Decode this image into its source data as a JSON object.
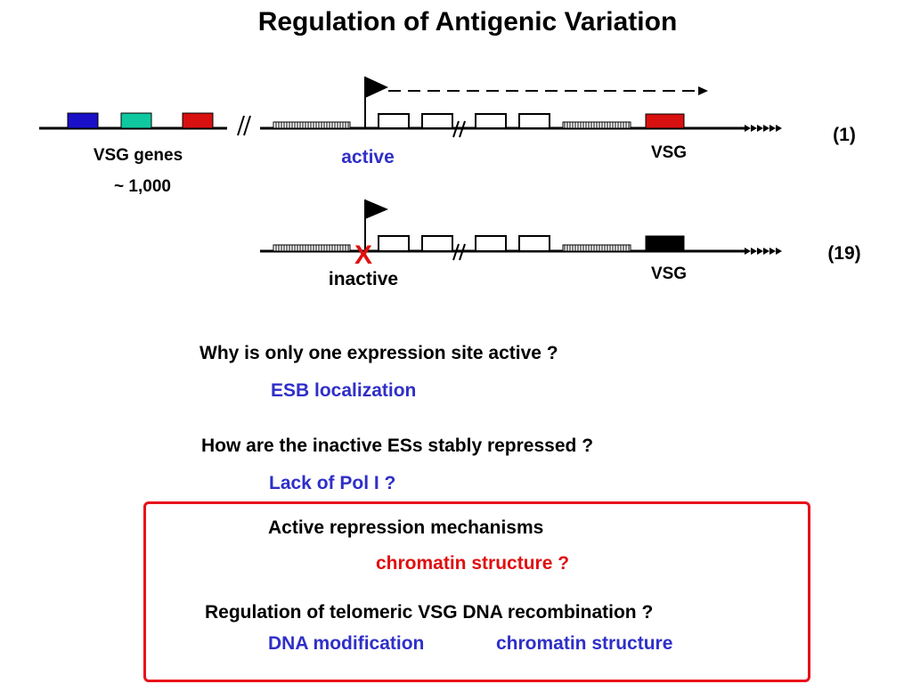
{
  "title": "Regulation of Antigenic Variation",
  "diagram": {
    "vsg_genes_label": "VSG genes",
    "vsg_count_label": "~ 1,000",
    "site_active_label": "active",
    "site_inactive_label": "inactive",
    "vsg_label_1": "VSG",
    "vsg_label_2": "VSG",
    "site_1_count": "(1)",
    "site_2_count": "(19)",
    "repression_mark": "X",
    "gene_colors": [
      "#1a10c8",
      "#10c8a0",
      "#d81010"
    ],
    "active_vsg_color": "#d81010",
    "inactive_vsg_color": "#000000"
  },
  "questions": {
    "q1": "Why is only one expression site active ?",
    "a1": "ESB localization",
    "q2": "How are the inactive ESs stably repressed ?",
    "a2": "Lack of Pol I ?",
    "q3": "Active repression mechanisms",
    "a3": "chromatin structure ?",
    "q4": "Regulation of telomeric VSG DNA recombination ?",
    "a4a": "DNA modification",
    "a4b": "chromatin structure"
  },
  "colors": {
    "answer_blue": "#2f2fc8",
    "highlight_red": "#e01010",
    "box_border": "#e8101a"
  }
}
